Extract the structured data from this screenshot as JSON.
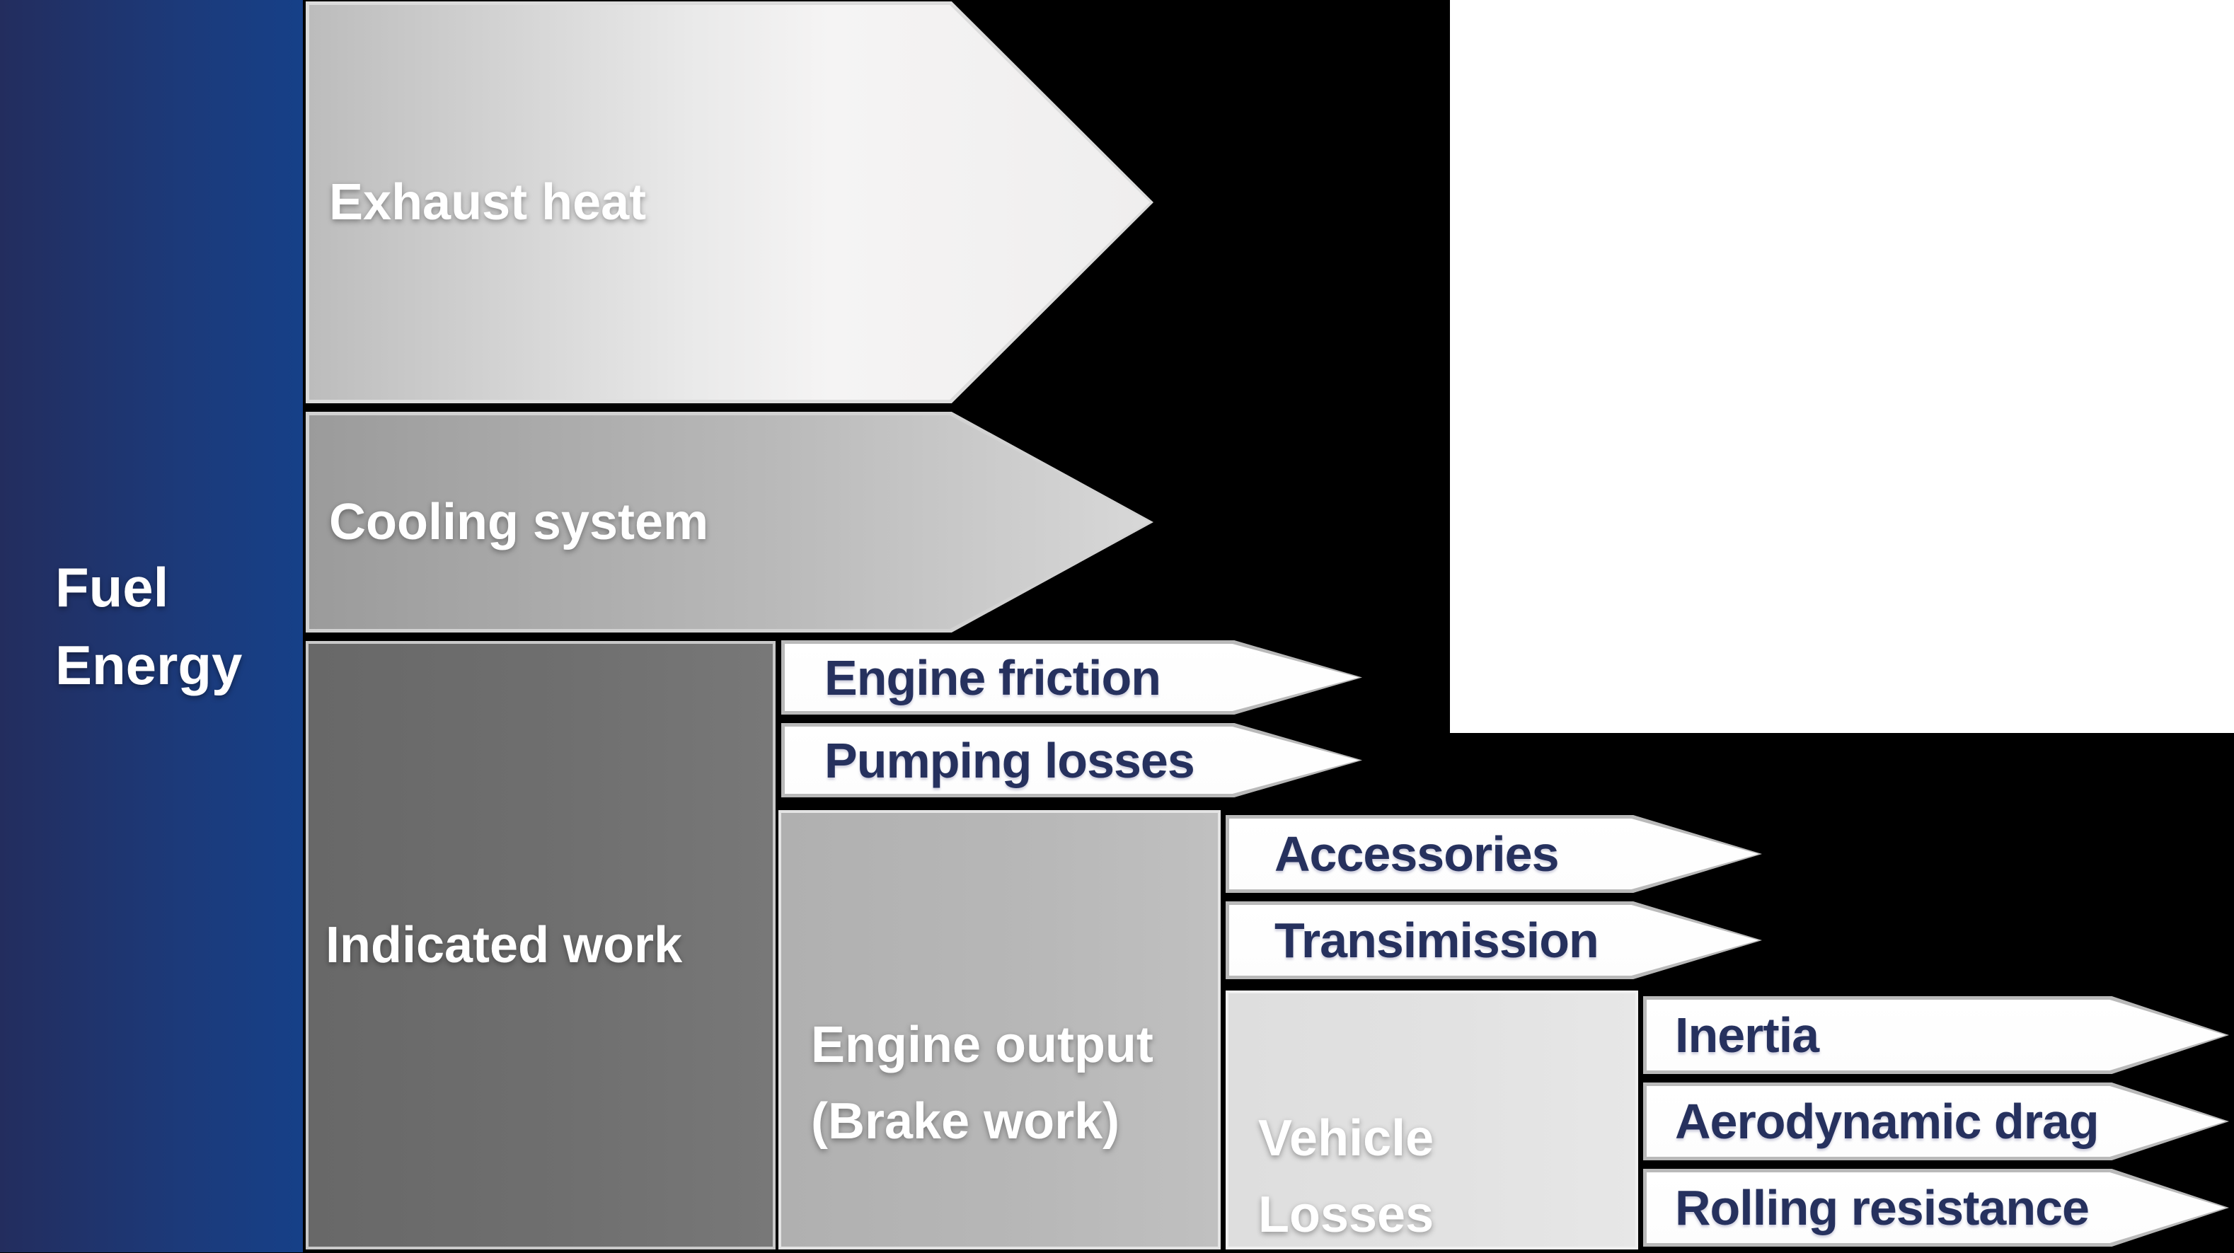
{
  "diagram": {
    "background": "#000000",
    "source": {
      "lines": [
        "Fuel",
        "Energy"
      ]
    },
    "level1": {
      "exhaust_heat": {
        "label": "Exhaust heat"
      },
      "cooling_system": {
        "label": "Cooling system"
      },
      "indicated_work": {
        "label": "Indicated work"
      }
    },
    "level2": {
      "engine_friction": {
        "label": "Engine friction"
      },
      "pumping_losses": {
        "label": "Pumping losses"
      },
      "engine_output": {
        "lines": [
          "Engine output",
          "(Brake work)"
        ]
      }
    },
    "level3": {
      "accessories": {
        "label": "Accessories"
      },
      "transimission": {
        "label": "Transimission"
      },
      "vehicle_losses": {
        "lines": [
          "Vehicle",
          "Losses"
        ]
      }
    },
    "level4": {
      "inertia": {
        "label": "Inertia"
      },
      "aerodynamic_drag": {
        "label": "Aerodynamic drag"
      },
      "rolling_resistance": {
        "label": "Rolling resistance"
      }
    },
    "colors": {
      "background": "#000000",
      "fuel_bar_dark_blue": "#232d5e",
      "fuel_bar_blue": "#164088",
      "navy_label_text": "#26315e",
      "white_label_text": "#ffffff",
      "exhaust_gray_start": "#bcbcbc",
      "exhaust_gray_end": "#f5f4f4",
      "cooling_gray_start": "#9b9b9b",
      "cooling_gray_end": "#d8d8d8",
      "indicated_work_gray": "#6e6e6e",
      "engine_output_gray": "#b7b7b7",
      "vehicle_losses_gray": "#e2e2e2",
      "white_arrow_fill": "#ffffff",
      "white_arrow_border": "#b9b9b9",
      "white_panel": "#ffffff"
    }
  }
}
